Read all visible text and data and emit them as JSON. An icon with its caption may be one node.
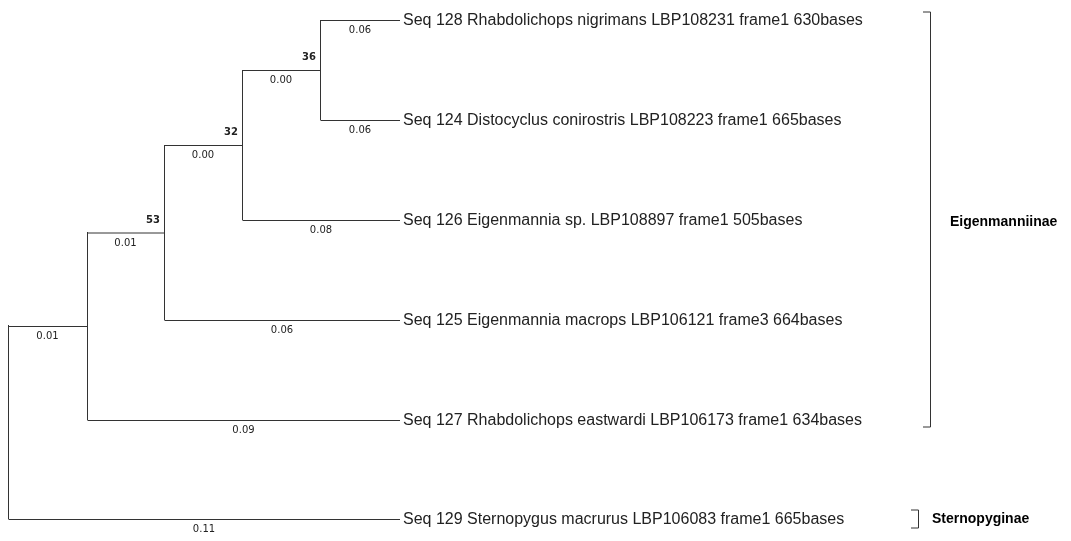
{
  "diagram": {
    "nodes": [
      {
        "text": [],
        "shape": "line"
      },
      {
        "text": [],
        "shape": "line"
      },
      {
        "text": [],
        "shape": "line",
        "beside": [
          "53"
        ]
      },
      {
        "text": [],
        "shape": "line",
        "beside": [
          "32"
        ]
      },
      {
        "text": [],
        "shape": "line",
        "beside": [
          "36"
        ]
      },
      {
        "text": [
          "Seq 128 Rhabdolichops nigrimans LBP108231 frame1 630bases"
        ]
      },
      {
        "text": [
          "Seq 124 Distocyclus conirostris LBP108223 frame1 665bases"
        ]
      },
      {
        "text": [
          "Seq 126 Eigenmannia sp. LBP108897 frame1 505bases"
        ]
      },
      {
        "text": [
          "Seq 125 Eigenmannia macrops LBP106121 frame3 664bases"
        ]
      },
      {
        "text": [
          "Seq 127 Rhabdolichops eastwardi LBP106173 frame1 634bases"
        ]
      },
      {
        "text": [
          "Seq 129 Sternopygus macrurus LBP106083 frame1 665bases"
        ]
      }
    ],
    "edges": [
      {
        "from": 0,
        "to": 1,
        "arrow": "none",
        "label": "0.01"
      },
      {
        "from": 1,
        "to": 2,
        "arrow": "none",
        "label": "0.01"
      },
      {
        "from": 2,
        "to": 3,
        "arrow": "none",
        "label": "0.00"
      },
      {
        "from": 3,
        "to": 4,
        "arrow": "none",
        "label": "0.00"
      },
      {
        "from": 4,
        "to": 5,
        "arrow": "none",
        "label": "0.06"
      },
      {
        "from": 4,
        "to": 6,
        "arrow": "none",
        "label": "0.06"
      },
      {
        "from": 3,
        "to": 7,
        "arrow": "none",
        "label": "0.08"
      },
      {
        "from": 2,
        "to": 8,
        "arrow": "none",
        "label": "0.06"
      },
      {
        "from": 1,
        "to": 9,
        "arrow": "none",
        "label": "0.09"
      },
      {
        "from": 0,
        "to": 10,
        "arrow": "none",
        "label": "0.11"
      }
    ],
    "labels": [
      "Eigenmanniinae",
      "Sternopyginae"
    ]
  }
}
